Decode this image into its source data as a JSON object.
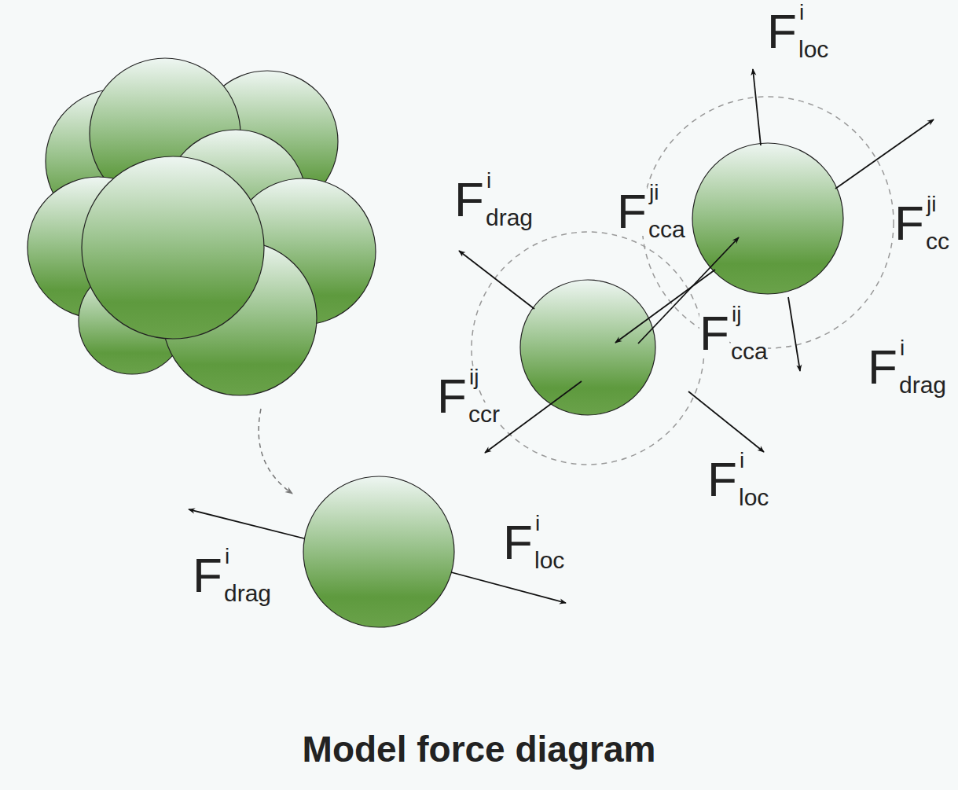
{
  "diagram": {
    "title": "Model force diagram",
    "labels": [
      "F",
      "i",
      "loc",
      "F",
      "i",
      "drag",
      "F",
      "ji",
      "cca",
      "F",
      "ji",
      "cc",
      "F",
      "ij",
      "cca",
      "F",
      "i",
      "drag",
      "F",
      "ij",
      "ccr",
      "F",
      "i",
      "loc",
      "F",
      "i",
      "loc",
      "F",
      "i",
      "drag"
    ]
  }
}
